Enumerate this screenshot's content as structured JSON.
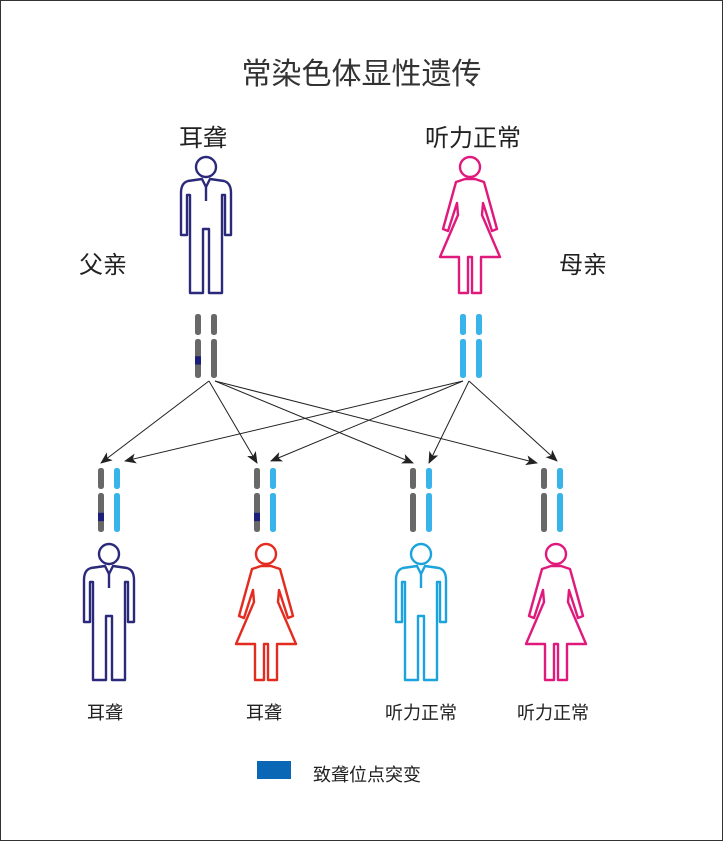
{
  "title": "常染色体显性遗传",
  "parents": {
    "father": {
      "status": "耳聋",
      "role": "父亲",
      "gender": "male",
      "carrier": true,
      "color": "#2b2a7a"
    },
    "mother": {
      "status": "听力正常",
      "role": "母亲",
      "gender": "female",
      "carrier": false,
      "color": "#e0197d"
    }
  },
  "children": [
    {
      "status": "耳聋",
      "gender": "male",
      "carrier": true,
      "color": "#2b2a7a"
    },
    {
      "status": "耳聋",
      "gender": "female",
      "carrier": true,
      "color": "#e32b1f"
    },
    {
      "status": "听力正常",
      "gender": "male",
      "carrier": false,
      "color": "#1aa3dc"
    },
    {
      "status": "听力正常",
      "gender": "female",
      "carrier": false,
      "color": "#e0197d"
    }
  ],
  "legend": {
    "label": "致聋位点突变",
    "color": "#0a67b5"
  },
  "colors": {
    "father_chromosome": "#686868",
    "mother_chromosome": "#38b4ea",
    "mutation": "#1c1f7a",
    "arrow": "#222222"
  }
}
